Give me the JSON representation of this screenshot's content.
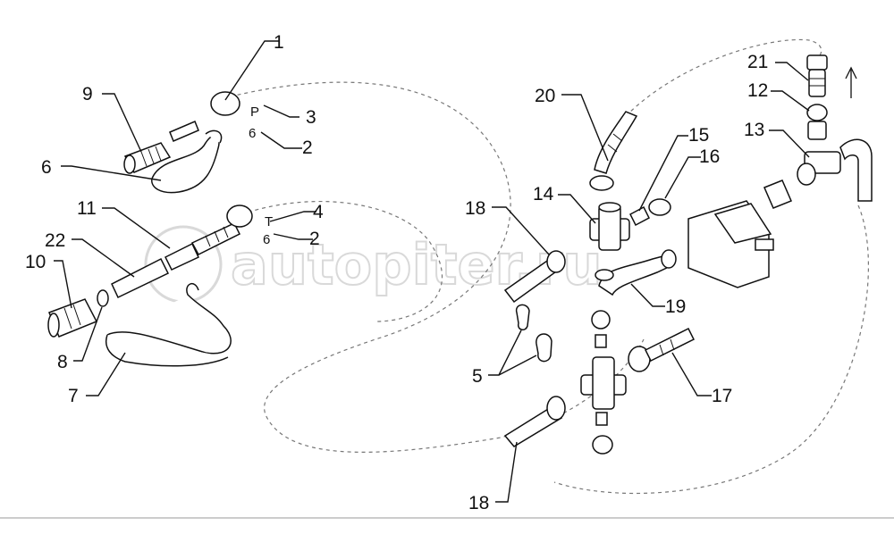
{
  "watermark": "autopiter.ru",
  "callouts": [
    {
      "id": "c1",
      "text": "1"
    },
    {
      "id": "c2a",
      "text": "2"
    },
    {
      "id": "c2b",
      "text": "2"
    },
    {
      "id": "c3",
      "text": "3"
    },
    {
      "id": "c4",
      "text": "4"
    },
    {
      "id": "c5",
      "text": "5"
    },
    {
      "id": "c6",
      "text": "6"
    },
    {
      "id": "c7",
      "text": "7"
    },
    {
      "id": "c8",
      "text": "8"
    },
    {
      "id": "c9",
      "text": "9"
    },
    {
      "id": "c10",
      "text": "10"
    },
    {
      "id": "c11",
      "text": "11"
    },
    {
      "id": "c12",
      "text": "12"
    },
    {
      "id": "c13",
      "text": "13"
    },
    {
      "id": "c14",
      "text": "14"
    },
    {
      "id": "c15",
      "text": "15"
    },
    {
      "id": "c16",
      "text": "16"
    },
    {
      "id": "c17",
      "text": "17"
    },
    {
      "id": "c18a",
      "text": "18"
    },
    {
      "id": "c18b",
      "text": "18"
    },
    {
      "id": "c19",
      "text": "19"
    },
    {
      "id": "c20",
      "text": "20"
    },
    {
      "id": "c21",
      "text": "21"
    },
    {
      "id": "c22",
      "text": "22"
    }
  ],
  "tags": {
    "p_mark": "P",
    "t_mark": "T",
    "six_upper": "6",
    "six_lower": "6"
  },
  "colors": {
    "ink": "#111111",
    "hose_path": "#777777",
    "watermark": "#d9d9d9"
  }
}
